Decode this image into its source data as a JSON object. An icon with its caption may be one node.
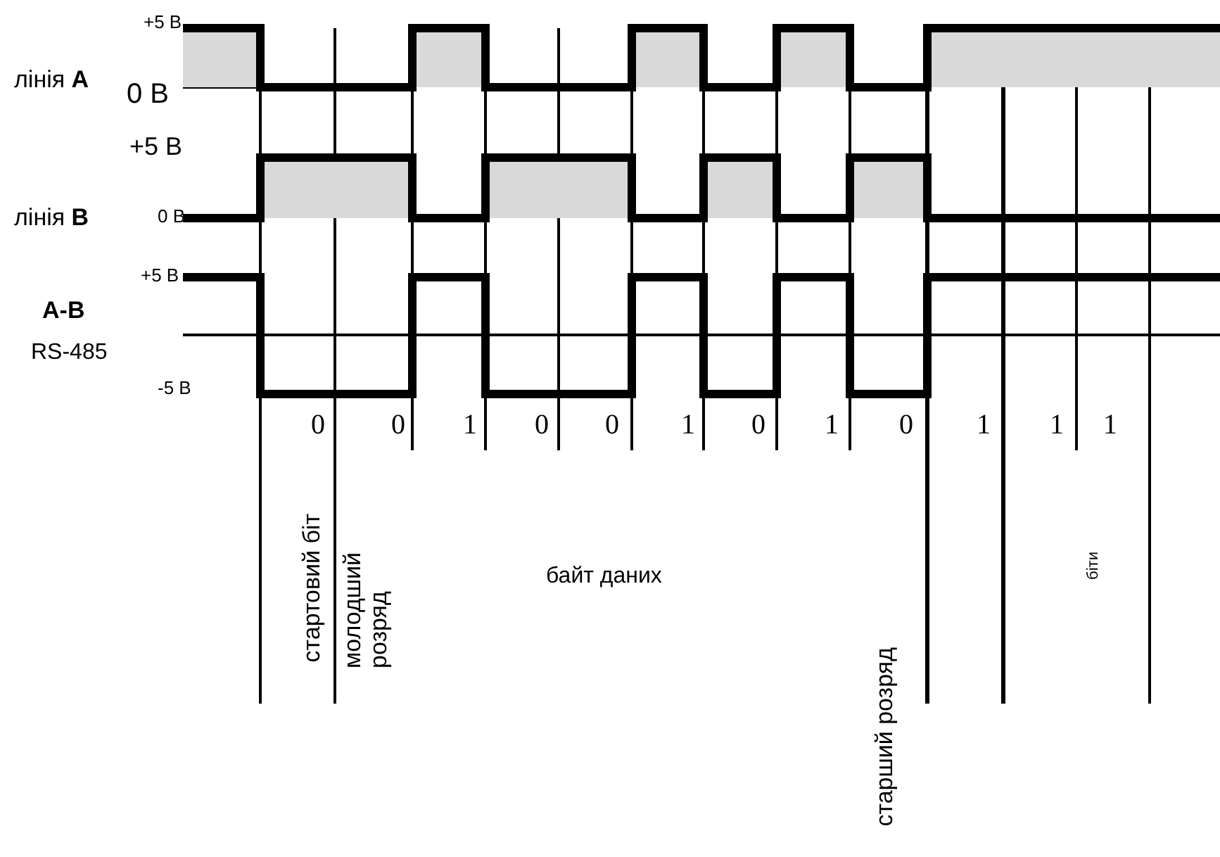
{
  "diagram": {
    "labels": [
      "+5 В",
      "лінія **А**",
      "0 В",
      "+5 В",
      "лінія **В**",
      "0 В",
      "+5 В",
      "А-В",
      "RS-485",
      "-5 В",
      "0",
      "0",
      "1",
      "0",
      "0",
      "1",
      "0",
      "1",
      "0",
      "1",
      "1",
      "1",
      "стартовий біт",
      "молодший розряд",
      "байт даних",
      "біти",
      "старший розряд"
    ]
  }
}
